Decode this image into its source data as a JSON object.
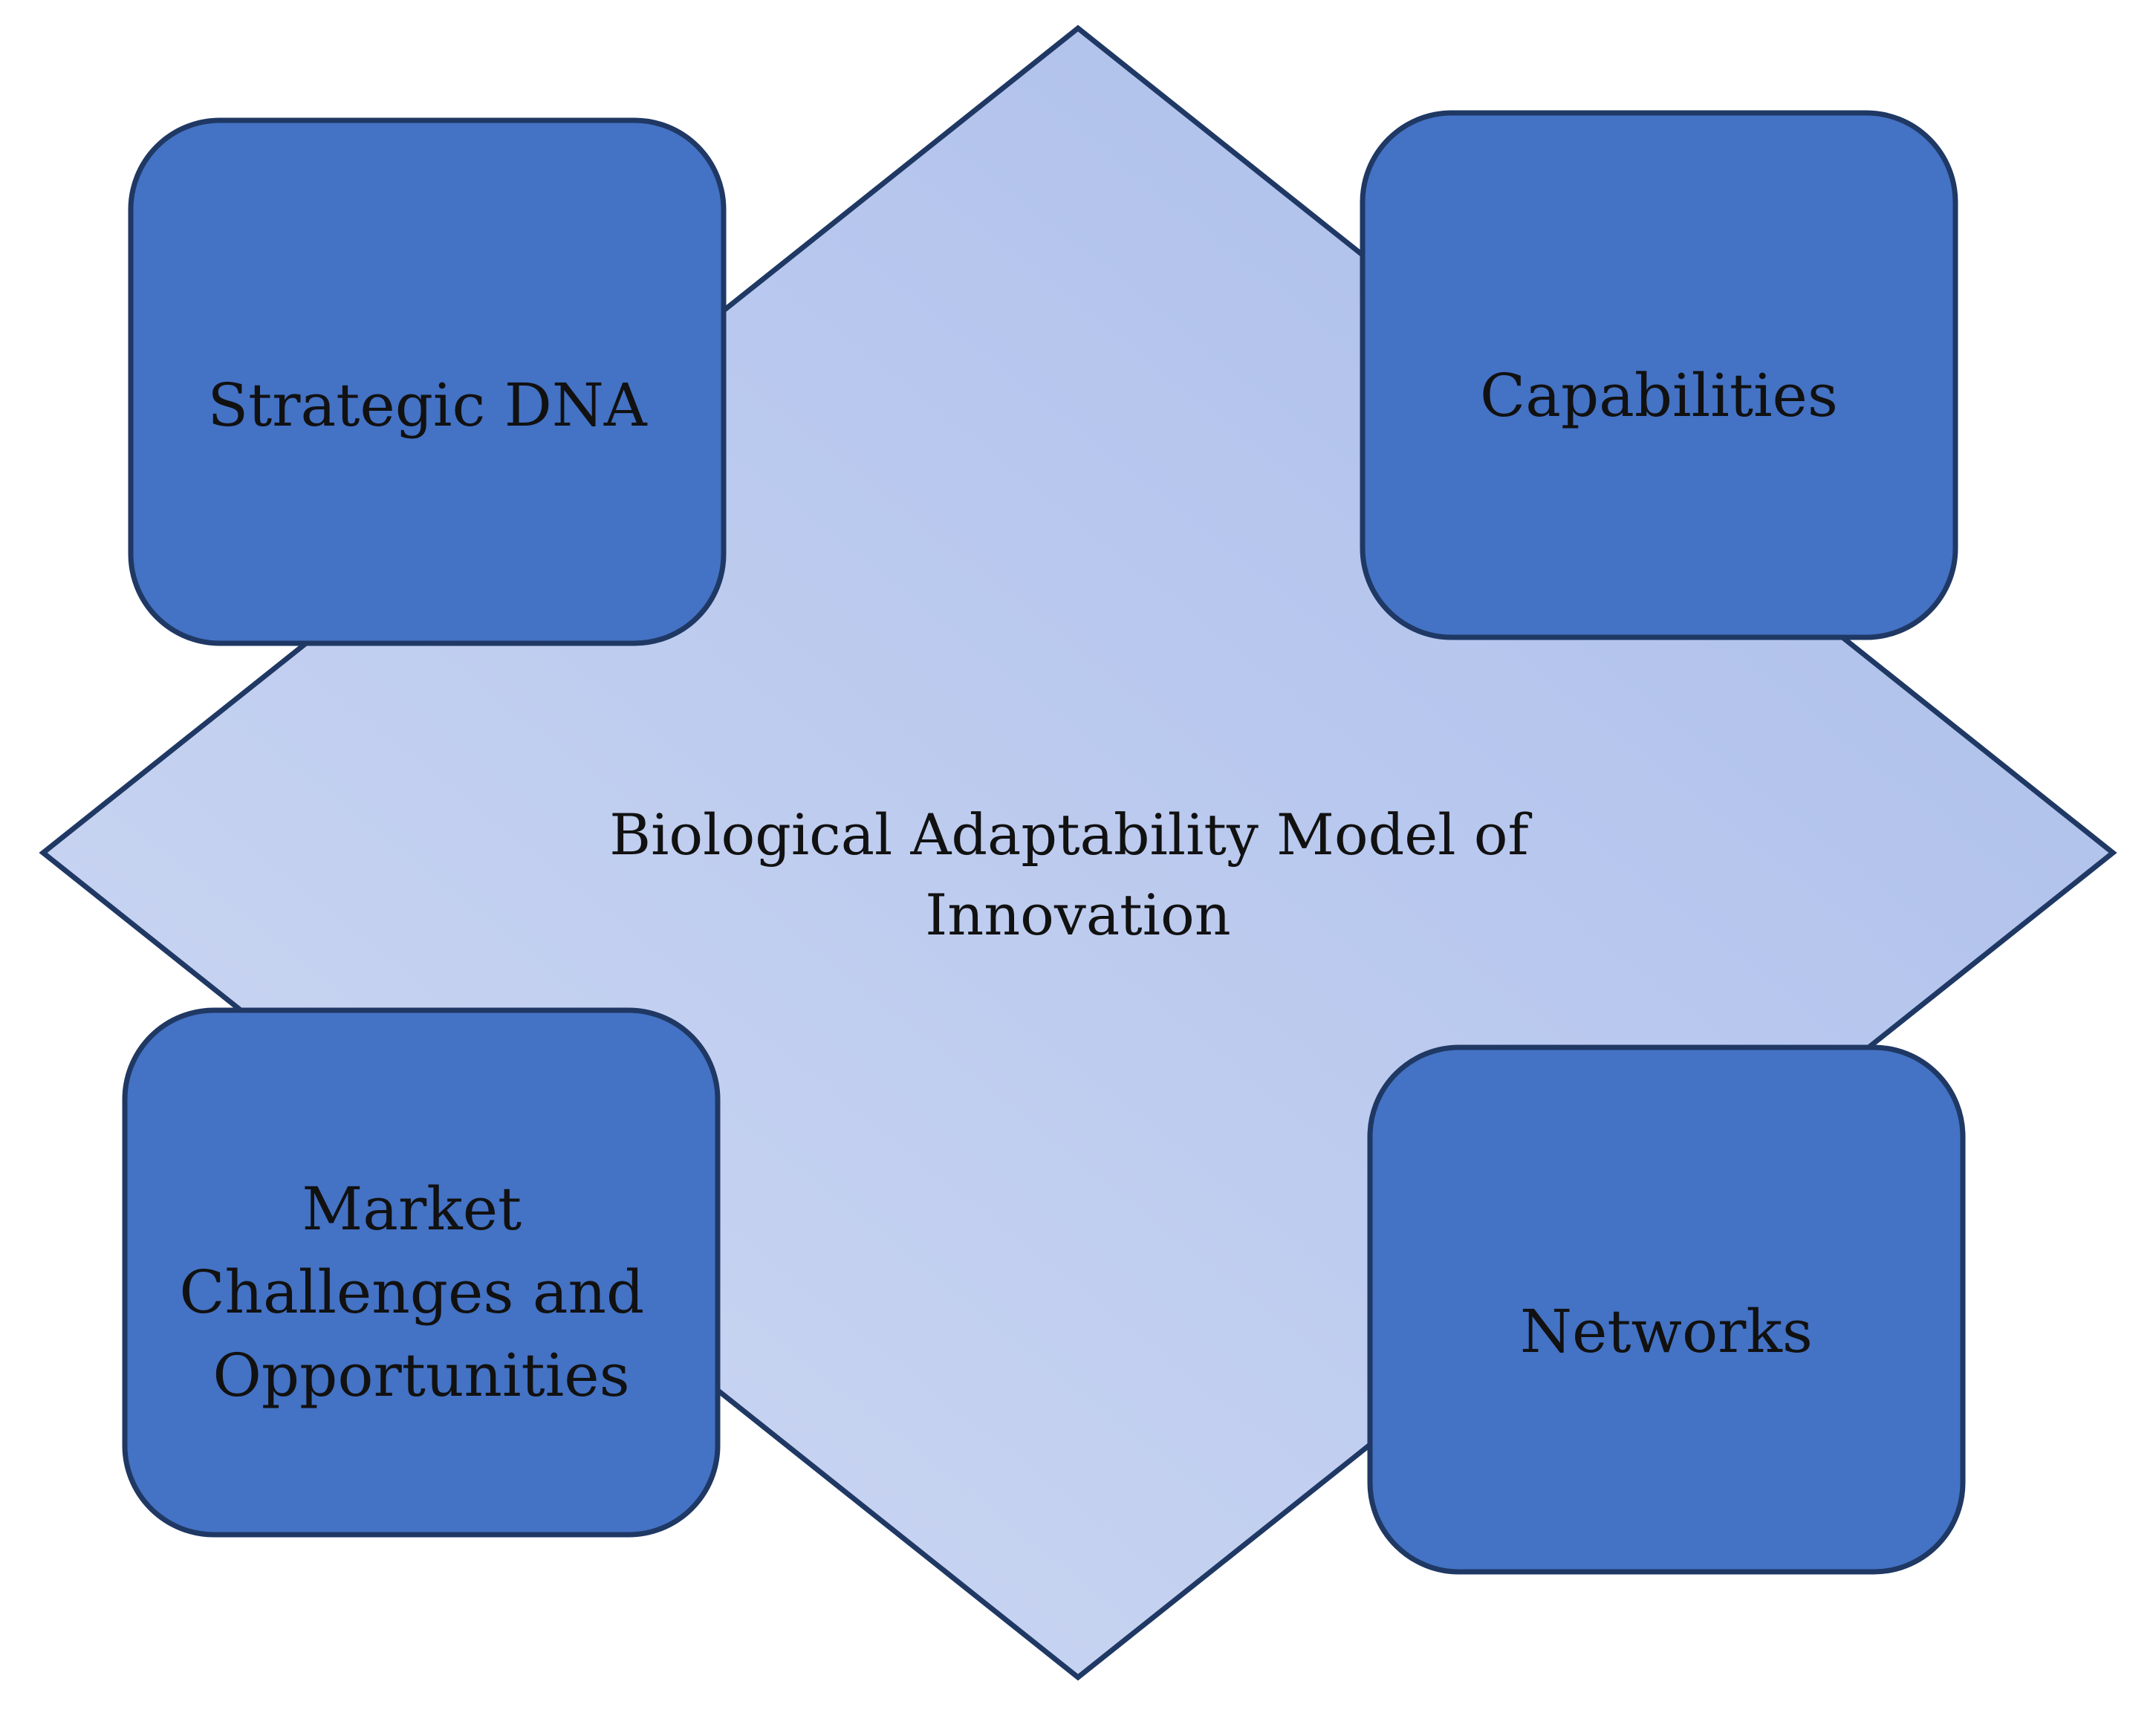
{
  "diagram": {
    "center": {
      "lines": [
        "Biological Adaptability Model of",
        "Innovation"
      ]
    },
    "boxes": {
      "strategic_dna": {
        "lines": [
          "Strategic DNA"
        ]
      },
      "capabilities": {
        "lines": [
          "Capabilities"
        ]
      },
      "market": {
        "lines": [
          "Market",
          "Challenges and",
          "Opportunities"
        ]
      },
      "networks": {
        "lines": [
          "Networks"
        ]
      }
    },
    "colors": {
      "box_fill": "#4472C4",
      "box_stroke": "#1F3864",
      "diamond_fill_light": "#D0DAF3",
      "diamond_fill_dark": "#A8BBEA",
      "diamond_stroke": "#1F3864",
      "text": "#111111"
    }
  }
}
